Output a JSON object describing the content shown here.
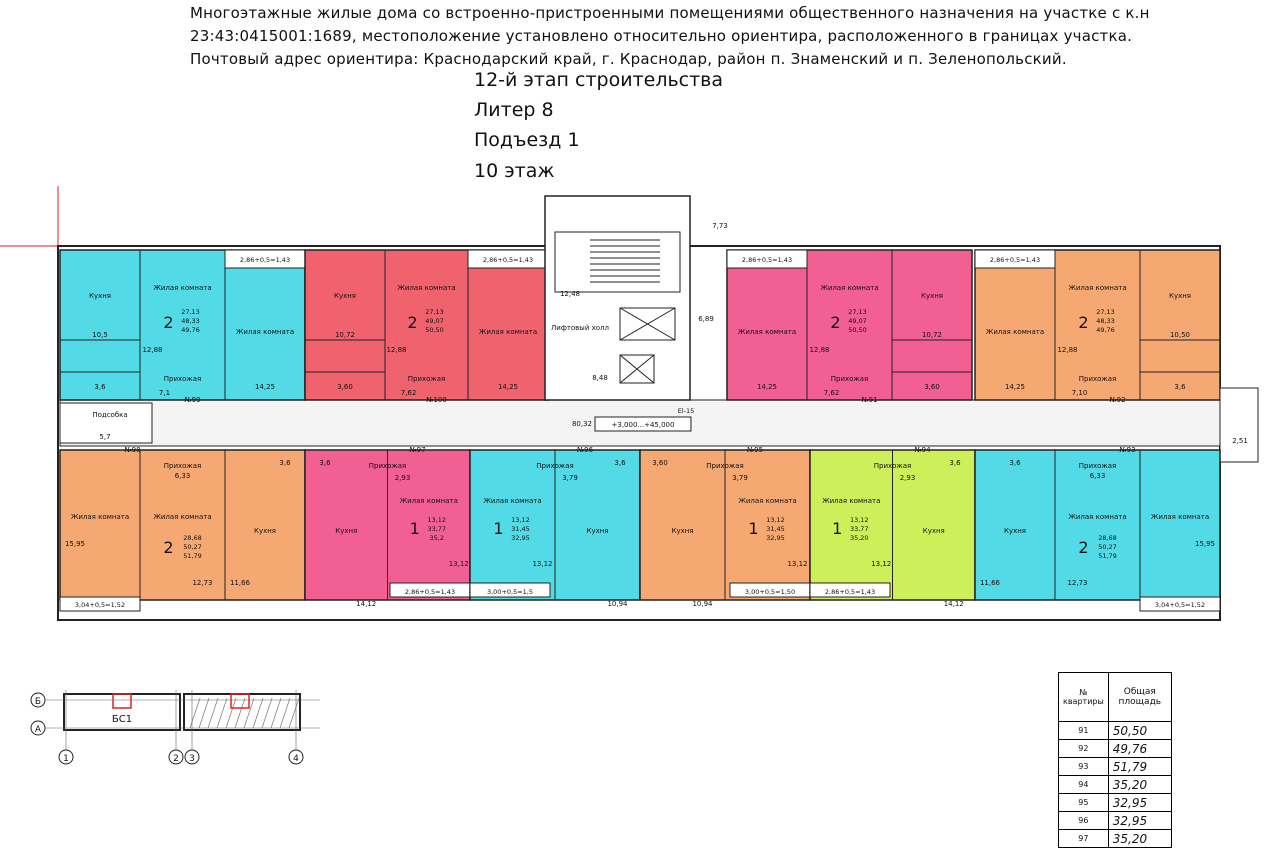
{
  "header": {
    "line1": "Многоэтажные жилые дома со встроенно-пристроенными помещениями общественного назначения на участке с к.н",
    "line2": "23:43:0415001:1689, местоположение установлено относительно ориентира, расположенного в границах участка.",
    "line3": "Почтовый адрес ориентира: Краснодарский край, г. Краснодар, район п. Знаменский и п. Зеленопольский.",
    "stage": "12-й этап строительства",
    "liter": "Литер 8",
    "entrance": "Подъезд 1",
    "floor": "10 этаж"
  },
  "labels": {
    "kitchen": "Кухня",
    "living": "Жилая комната",
    "hall": "Прихожая",
    "lift_hall": "Лифтовый холл",
    "utility": "Подсобка",
    "level_mark": "+3,000...+45,000",
    "el": "El-15",
    "bs": "БС1"
  },
  "colors": {
    "cyan": "#52dbe6",
    "red": "#f0636e",
    "pink": "#f25f93",
    "orange": "#f6a872",
    "lime": "#cdf05a"
  },
  "top_apartments": [
    {
      "num": "№99",
      "color": "cyan",
      "rooms": "2",
      "areas": [
        "27,13",
        "48,33",
        "49,76"
      ],
      "kitchen": "10,5",
      "bath": "3,6",
      "hall": "7,1",
      "corr": "12,88",
      "living": "14,25",
      "balcony": "2,86+0,5=1,43"
    },
    {
      "num": "№100",
      "color": "red",
      "rooms": "2",
      "areas": [
        "27,13",
        "49,07",
        "50,50"
      ],
      "kitchen": "10,72",
      "bath": "3,60",
      "hall": "7,62",
      "corr": "12,88",
      "living": "14,25",
      "balcony": "2,86+0,5=1,43"
    },
    {
      "num": "№91",
      "color": "pink",
      "rooms": "2",
      "areas": [
        "27,13",
        "49,07",
        "50,50"
      ],
      "kitchen": "10,72",
      "bath": "3,60",
      "hall": "7,62",
      "corr": "12,88",
      "living": "14,25",
      "balcony": "2,86+0,5=1,43"
    },
    {
      "num": "№92",
      "color": "orange",
      "rooms": "2",
      "areas": [
        "27,13",
        "48,33",
        "49,76"
      ],
      "kitchen": "10,50",
      "bath": "3,6",
      "hall": "7,10",
      "corr": "12,88",
      "living": "14,25",
      "balcony": "2,86+0,5=1,43"
    }
  ],
  "bottom_apartments": [
    {
      "num": "№98",
      "color": "orange",
      "rooms": "2",
      "areas": [
        "28,68",
        "50,27",
        "51,79"
      ],
      "hall": "6,33",
      "living1": "15,95",
      "living2": "12,73",
      "kitchen": "11,66",
      "bath": "3,6",
      "balcony": "3,04+0,5=1,52"
    },
    {
      "num": "№97",
      "color": "pink",
      "rooms": "1",
      "areas": [
        "13,12",
        "33,77",
        "35,2"
      ],
      "hall": "2,93",
      "kitchen": "14,12",
      "living": "13,12",
      "bath": "3,6",
      "balcony": "2,86+0,5=1,43"
    },
    {
      "num": "№96",
      "color": "cyan",
      "rooms": "1",
      "areas": [
        "13,12",
        "31,45",
        "32,95"
      ],
      "hall": "3,79",
      "kitchen": "10,94",
      "living": "13,12",
      "bath": "3,6",
      "balcony": "3,00+0,5=1,5"
    },
    {
      "num": "№95",
      "color": "orange",
      "rooms": "1",
      "areas": [
        "13,12",
        "31,45",
        "32,95"
      ],
      "hall": "3,79",
      "kitchen": "10,94",
      "living": "13,12",
      "bath": "3,60",
      "balcony": "3,00+0,5=1,50"
    },
    {
      "num": "№94",
      "color": "lime",
      "rooms": "1",
      "areas": [
        "13,12",
        "33,77",
        "35,20"
      ],
      "hall": "2,93",
      "kitchen": "14,12",
      "living": "13,12",
      "bath": "3,6",
      "balcony": "2,86+0,5=1,43"
    },
    {
      "num": "№93",
      "color": "cyan",
      "rooms": "2",
      "areas": [
        "28,68",
        "50,27",
        "51,79"
      ],
      "hall": "6,33",
      "living1": "15,95",
      "living2": "12,73",
      "kitchen": "11,66",
      "bath": "3,6",
      "balcony": "3,04+0,5=1,52"
    }
  ],
  "core": {
    "stair": "12,48",
    "lift_hall_area": "6,89",
    "lobby": "8,48",
    "corridor_area": "80,32",
    "top_right": "7,73",
    "utility_area": "5,7",
    "side": "2,51"
  },
  "axes": {
    "b": "Б",
    "a": "А",
    "n1": "1",
    "n2": "2",
    "n3": "3",
    "n4": "4"
  },
  "table": {
    "col1": "№ квартиры",
    "col2": "Общая площадь",
    "rows": [
      {
        "n": "91",
        "v": "50,50"
      },
      {
        "n": "92",
        "v": "49,76"
      },
      {
        "n": "93",
        "v": "51,79"
      },
      {
        "n": "94",
        "v": "35,20"
      },
      {
        "n": "95",
        "v": "32,95"
      },
      {
        "n": "96",
        "v": "32,95"
      },
      {
        "n": "97",
        "v": "35,20"
      }
    ]
  }
}
